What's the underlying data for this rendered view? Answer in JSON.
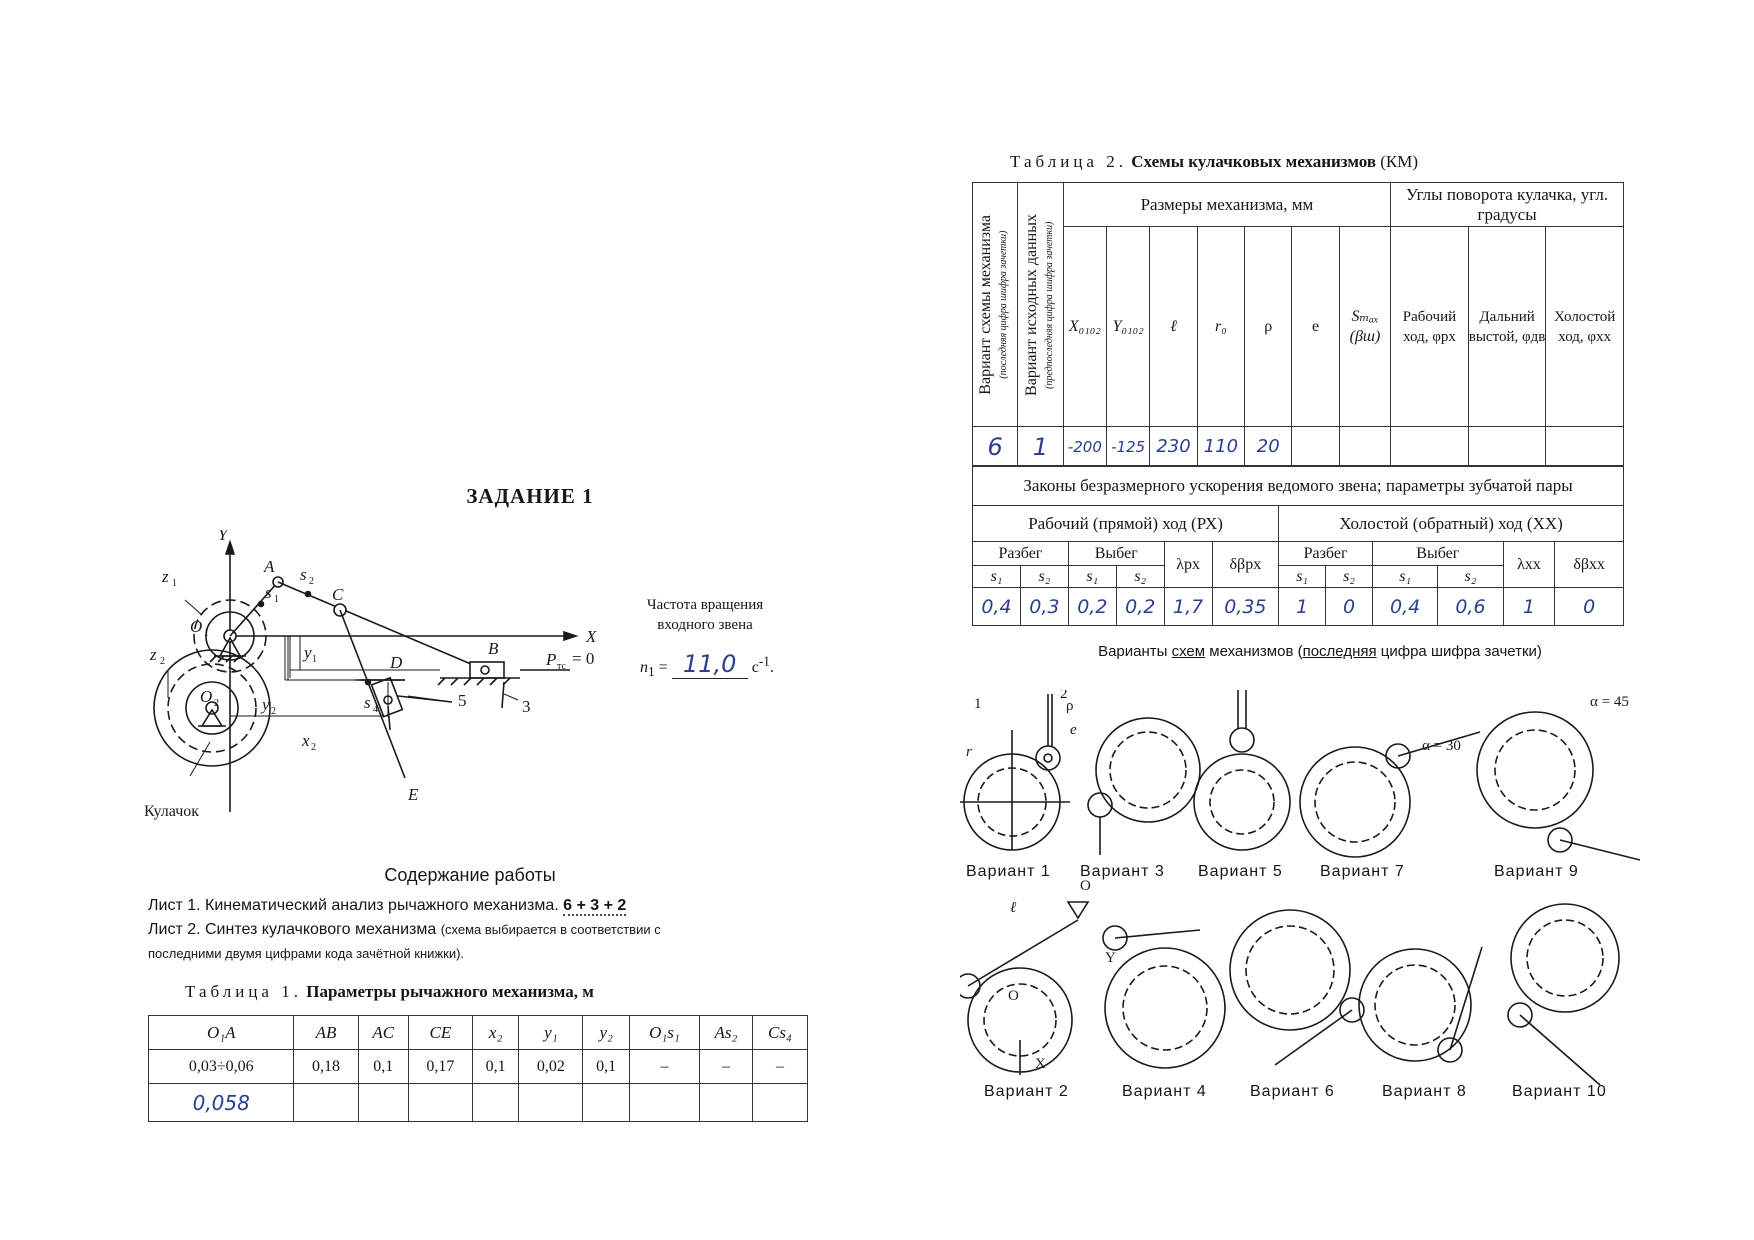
{
  "task": {
    "title": "ЗАДАНИЕ 1",
    "frequency_caption": [
      "Частота вращения",
      "входного звена"
    ],
    "frequency_symbol": "n",
    "frequency_value": "11,0",
    "frequency_unit": "c",
    "content_title": "Содержание работы",
    "sheet1_text": "Лист 1. Кинематический анализ рычажного механизма.",
    "sheet1_code": "6 + 3 + 2",
    "sheet2_text": "Лист 2. Синтез кулачкового механизма",
    "sheet2_note": "(схема выбирается в соответствии с",
    "sheet2_note2": "последними двумя цифрами кода зачётной книжки)."
  },
  "diagram1": {
    "labels": {
      "Y": "Y",
      "X": "X",
      "z1": "z",
      "z2": "z",
      "O1": "O",
      "O2": "O",
      "A": "A",
      "C": "C",
      "B": "B",
      "D": "D",
      "E": "E",
      "s1": "s",
      "s2": "s",
      "s4": "s",
      "y1": "y",
      "y2": "y",
      "x2": "x",
      "force": "P",
      "force_rhs": "= 0",
      "n3": "3",
      "n5": "5",
      "cam": "Кулачок"
    }
  },
  "table1": {
    "caption_spaced": "Таблица 1.",
    "caption_bold": "Параметры рычажного механизма, м",
    "headers": [
      "O₁A",
      "AB",
      "AC",
      "CE",
      "x₂",
      "y₁",
      "y₂",
      "O₁s₁",
      "As₂",
      "Cs₄"
    ],
    "values": [
      "0,03÷0,06",
      "0,18",
      "0,1",
      "0,17",
      "0,1",
      "0,02",
      "0,1",
      "–",
      "–",
      "–"
    ],
    "handwritten": "0,058"
  },
  "table2": {
    "caption_spaced": "Таблица 2.",
    "caption_bold": "Схемы кулачковых механизмов",
    "caption_tail": "(КМ)",
    "col_variant_scheme": "Вариант схемы механизма",
    "col_variant_scheme_note": "(последняя цифра шифра зачетки)",
    "col_variant_data": "Вариант исходных данных",
    "col_variant_data_note": "(предпоследняя цифра шифра зачетки)",
    "group_sizes": "Размеры механизма, мм",
    "group_angles": "Углы поворота кулачка, угл. градусы",
    "size_cols": [
      "X₀₁₀₂",
      "Y₀₁₀₂",
      "ℓ",
      "r₀",
      "ρ",
      "e",
      "Sₘₐₓ (βш)"
    ],
    "angle_cols": [
      "Рабочий ход, φрх",
      "Дальний выстой, φдв",
      "Холостой ход, φхх"
    ],
    "hand_row": [
      "6",
      "1",
      "-200",
      "-125",
      "230",
      "110",
      "20"
    ],
    "laws_title": "Законы безразмерного ускорения ведомого звена; параметры зубчатой пары",
    "working": "Рабочий (прямой) ход (РХ)",
    "idle": "Холостой (обратный) ход (ХХ)",
    "razbeg": "Разбег",
    "vybeg": "Выбег",
    "lambda_rx": "λрх",
    "dbeta_rx": "δβрх",
    "lambda_xx": "λхх",
    "dbeta_xx": "δβхх",
    "s1": "s₁",
    "s2": "s₂",
    "hand_laws": [
      "0,4",
      "0,3",
      "0,2",
      "0,2",
      "1,7",
      "0,35",
      "1",
      "0",
      "0,4",
      "0,6",
      "1",
      "0"
    ]
  },
  "variants": {
    "title_pre": "Варианты",
    "title_ul": "схем",
    "title_mid": "механизмов (",
    "title_ul2": "последняя",
    "title_post": "цифра шифра зачетки)",
    "labels": [
      "Вариант 1",
      "Вариант 3",
      "Вариант 5",
      "Вариант 7",
      "Вариант 9",
      "Вариант 2",
      "Вариант 4",
      "Вариант 6",
      "Вариант 8",
      "Вариант 10"
    ],
    "annotations": {
      "alpha30": "α = 30",
      "alpha45": "α = 45",
      "deg": "0",
      "e": "e",
      "r0": "r",
      "rho": "ρ",
      "n1": "1",
      "n2": "2",
      "ell": "ℓ",
      "O1": "O",
      "O2": "O",
      "Y0102": "Y",
      "X0102": "X"
    }
  }
}
